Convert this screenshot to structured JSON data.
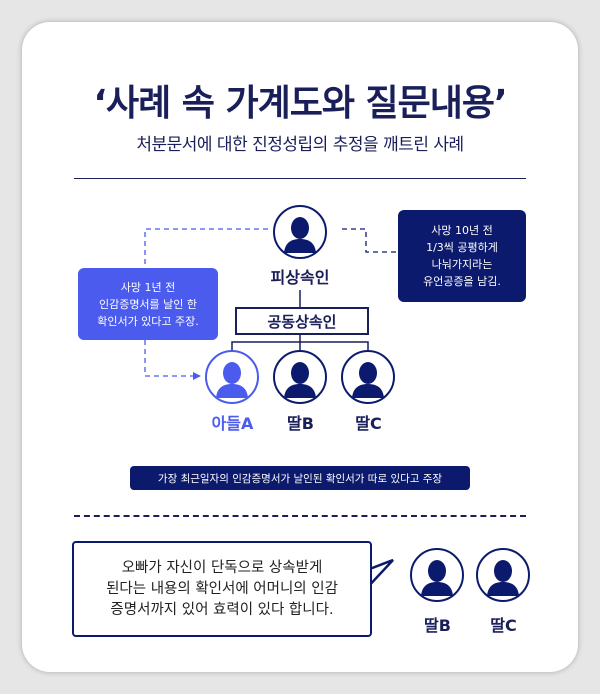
{
  "title": "‘사례 속 가계도와 질문내용’",
  "subtitle": "처분문서에 대한 진정성립의 추정을 깨트린 사례",
  "decedent": {
    "label": "피상속인",
    "icon": "person-icon"
  },
  "joint_heirs_label": "공동상속인",
  "heirs": [
    {
      "label": "아들A",
      "icon": "person-icon",
      "color": "#4a5bee"
    },
    {
      "label": "딸B",
      "icon": "person-icon",
      "color": "#0c1a6e"
    },
    {
      "label": "딸C",
      "icon": "person-icon",
      "color": "#0c1a6e"
    }
  ],
  "callout_left": "사망 1년 전\n인감증명서를 날인 한\n확인서가 있다고 주장.",
  "callout_right": "사망 10년 전\n1/3씩 공평하게\n나눠가지라는\n유언공증을 남김.",
  "claim_bar": "가장 최근일자의 인감증명서가 날인된 확인서가 따로 있다고 주장",
  "question_text": "오빠가 자신이 단독으로 상속받게\n된다는 내용의 확인서에 어머니의 인감\n증명서까지 있어 효력이 있다 합니다.",
  "askers": [
    {
      "label": "딸B",
      "icon": "person-icon"
    },
    {
      "label": "딸C",
      "icon": "person-icon"
    }
  ],
  "colors": {
    "navy": "#0c1a6e",
    "blue": "#4a5bee",
    "title": "#1a1f5a"
  }
}
